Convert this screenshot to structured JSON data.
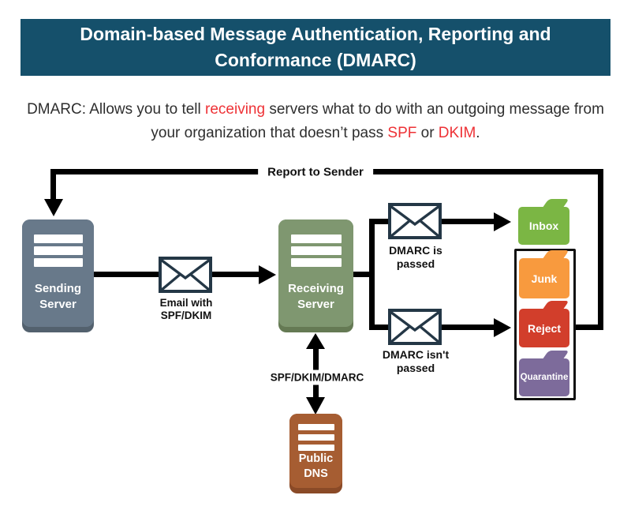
{
  "colors": {
    "banner_bg": "#15506b",
    "banner_text": "#ffffff",
    "text_dark": "#2e2e2e",
    "text_red": "#ee3236",
    "line": "#000000",
    "sending_server": "#68798a",
    "sending_server_base": "#53616e",
    "receiving_server": "#7f9770",
    "receiving_server_base": "#657a54",
    "public_dns": "#a65d32",
    "public_dns_base": "#8a4a27",
    "envelope_stroke": "#243746",
    "inbox_folder": "#7bb644",
    "junk_folder": "#f89a3e",
    "reject_folder": "#d23e2b",
    "quarantine_folder": "#7d6b9b"
  },
  "header": {
    "title_line1": "Domain-based Message Authentication, Reporting and",
    "title_line2": "Conformance (DMARC)"
  },
  "subtitle": {
    "segments": [
      {
        "text": "DMARC: Allows you to tell "
      },
      {
        "text": "receiving",
        "red": true
      },
      {
        "text": " servers what to do with an outgoing message from",
        "br": true
      },
      {
        "text": "your organization that doesn’t pass "
      },
      {
        "text": "SPF",
        "red": true
      },
      {
        "text": " or "
      },
      {
        "text": "DKIM",
        "red": true
      },
      {
        "text": "."
      }
    ]
  },
  "diagram": {
    "report_to_sender": "Report to Sender",
    "sending_server": "Sending\nServer",
    "email_with": "Email with\nSPF/DKIM",
    "receiving_server": "Receiving\nServer",
    "dmarc_passed": "DMARC is\npassed",
    "dmarc_not_passed": "DMARC isn't\npassed",
    "spf_dkim_dmarc": "SPF/DKIM/DMARC",
    "public_dns": "Public\nDNS",
    "folders": {
      "inbox": "Inbox",
      "junk": "Junk",
      "reject": "Reject",
      "quarantine": "Quarantine"
    }
  }
}
